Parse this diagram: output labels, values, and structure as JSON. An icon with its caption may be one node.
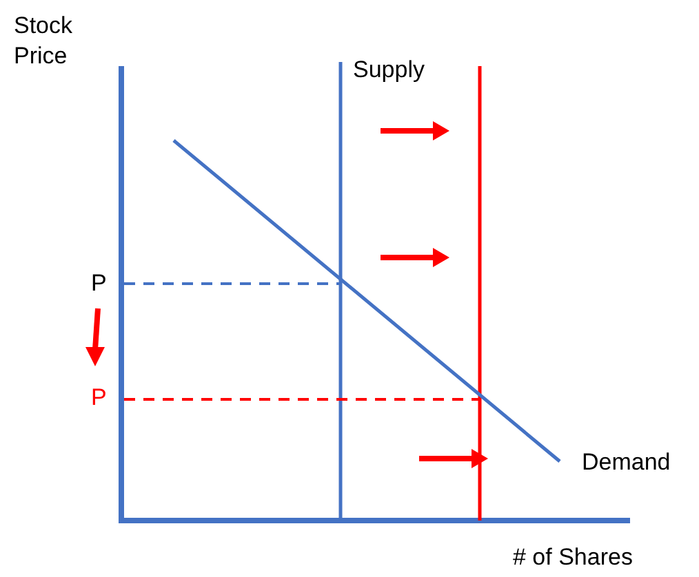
{
  "diagram": {
    "labels": [
      "Stock Price",
      "Supply",
      "P",
      "P",
      "Demand",
      "# of Shares"
    ]
  }
}
